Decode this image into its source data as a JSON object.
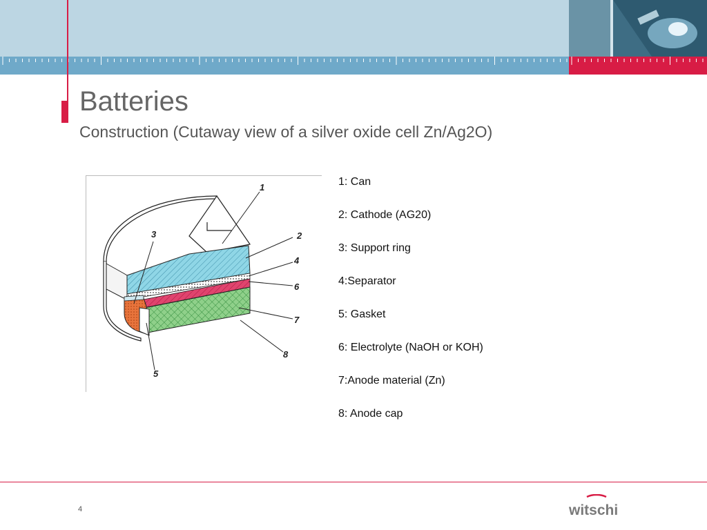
{
  "slide": {
    "title": "Batteries",
    "subtitle": "Construction  (Cutaway view of a silver oxide cell  Zn/Ag2O)",
    "page_number": "4"
  },
  "figure": {
    "callouts": [
      "1",
      "2",
      "3",
      "4",
      "5",
      "6",
      "7",
      "8"
    ]
  },
  "legend": {
    "items": [
      "1: Can",
      "2: Cathode (AG20)",
      "3: Support ring",
      "4:Separator",
      "5: Gasket",
      "6: Electrolyte (NaOH or KOH)",
      "7:Anode material (Zn)",
      "8: Anode cap"
    ]
  },
  "logo": {
    "text": "witschi"
  },
  "colors": {
    "brand_red": "#d81c45",
    "header_light_blue": "#bcd6e3",
    "ruler_blue": "#6fa9c9",
    "cathode_cyan": "#8fd6e6",
    "electrolyte_pink": "#e0446e",
    "anode_green": "#8fd08a",
    "gasket_orange": "#e8743c"
  }
}
